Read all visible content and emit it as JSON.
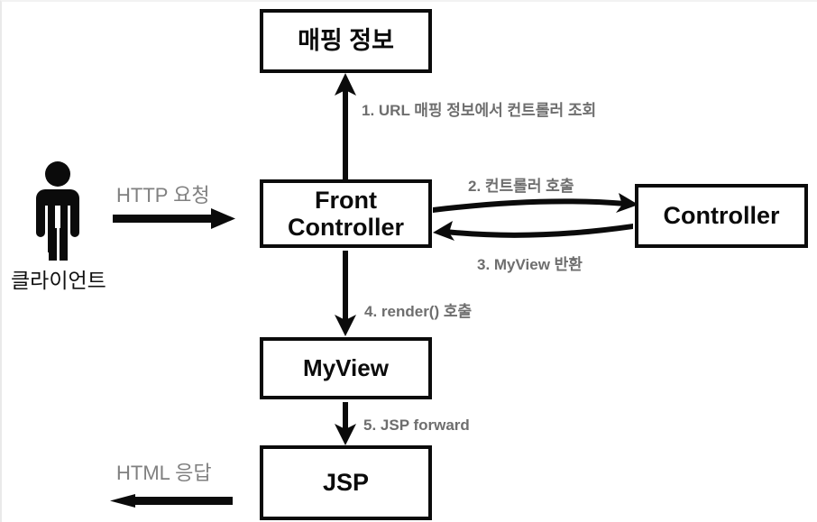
{
  "diagram": {
    "title": "Front Controller pattern request flow",
    "colors": {
      "box_border": "#0b0b0b",
      "box_fill": "#ffffff",
      "label_gray": "#808080",
      "step_gray": "#6e6e6e",
      "arrow_black": "#0b0b0b",
      "background": "#ffffff"
    },
    "actor": {
      "icon": "person-icon",
      "label": "클라이언트"
    },
    "nodes": [
      {
        "id": "mapping",
        "label": "매핑 정보"
      },
      {
        "id": "front",
        "label": "Front\nController"
      },
      {
        "id": "controller",
        "label": "Controller"
      },
      {
        "id": "myview",
        "label": "MyView"
      },
      {
        "id": "jsp",
        "label": "JSP"
      }
    ],
    "edge_labels": {
      "http_request": "HTTP 요청",
      "html_response": "HTML 응답"
    },
    "steps": [
      {
        "number": "1",
        "text": "1. URL 매핑 정보에서 컨트롤러 조회"
      },
      {
        "number": "2",
        "text": "2. 컨트롤러 호출"
      },
      {
        "number": "3",
        "text": "3. MyView 반환"
      },
      {
        "number": "4",
        "text": "4. render() 호출"
      },
      {
        "number": "5",
        "text": "5. JSP forward"
      }
    ]
  }
}
